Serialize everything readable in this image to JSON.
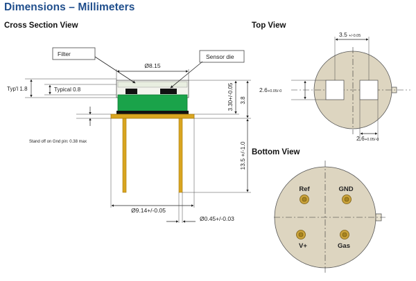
{
  "page": {
    "title": "Dimensions – Millimeters"
  },
  "cross_section": {
    "heading": "Cross Section View",
    "callouts": {
      "filter": "Filter",
      "sensor_die": "Sensor die"
    },
    "dims": {
      "cap_diameter": "Ø8.15",
      "typ_height": "Typ'l 1.8",
      "typical_gap": "Typical 0.8",
      "body_height": "3.30+/-0.05",
      "total_height": "3.8",
      "pin_length": "13.5 +/-1.0",
      "standoff": "Stand off on Gnd pin: 0.38 max",
      "flange_diameter": "Ø9.14+/-0.05",
      "pin_diameter": "Ø0.45+/-0.03"
    }
  },
  "top_view": {
    "heading": "Top View",
    "dims": {
      "window_spacing": "3.5",
      "window_spacing_tol": "+/-0.05",
      "window_size_left": "2.6",
      "window_size_left_tol": "+0.05/-0",
      "window_size_right": "2.6",
      "window_size_right_tol": "+0.05/-0"
    }
  },
  "bottom_view": {
    "heading": "Bottom View",
    "pins": {
      "ref": "Ref",
      "gnd": "GND",
      "vplus": "V+",
      "gas": "Gas"
    }
  },
  "colors": {
    "title_blue": "#1f4e8c",
    "board_green": "#1aa34a",
    "sensor_black": "#111111",
    "pin_gold": "#d9a520",
    "disc_fill": "#ddd5c0",
    "window_fill": "#ffffff",
    "pad_gold": "#c9a23a"
  }
}
